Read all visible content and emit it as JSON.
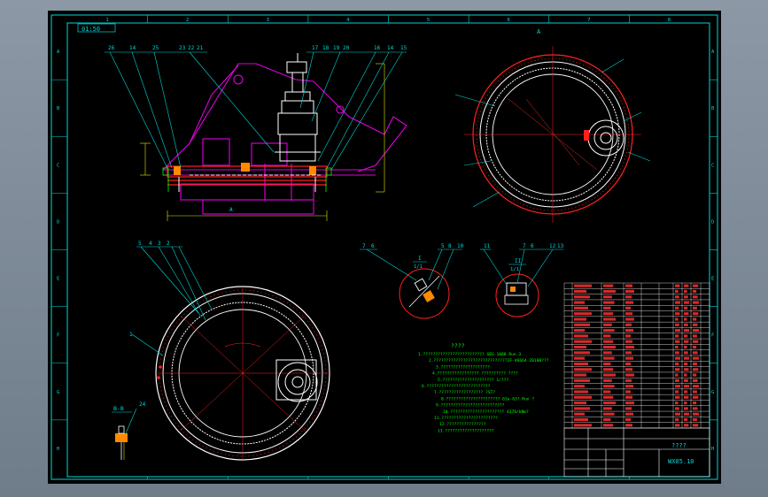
{
  "drawing": {
    "scale_label": "01:50",
    "view_a_label": "A",
    "section_label": "B-B",
    "detail_i_label": "I",
    "detail_ii_label": "II",
    "detail_i_scale": "1/1",
    "detail_ii_scale": "1/1",
    "title": "????",
    "drawing_number": "WX05.10",
    "tech_title": "????",
    "tech_notes": [
      "1.????????????????????????? GB1-1088 Run 3",
      "2.??????????????????????????????IF-46664-20100???",
      "3.????????????????????",
      "4.????????????????? ?????????? ????",
      "5.????????????????????? 1/???",
      "6.??????????????????????????",
      "7.?????????????????? ?ST?",
      "8.?????????????????????? 63a-63? Run ?",
      "9.??????????????????????????",
      "10.?????????????????????? 4370/kNm?",
      "11.???????????????????????",
      "12.????????????????",
      "13.????????????????????"
    ],
    "callouts_top": [
      "26",
      "14",
      "25",
      "23",
      "22",
      "21",
      "17",
      "18",
      "19",
      "20",
      "16",
      "14",
      "15"
    ],
    "callouts_bottom": [
      "5",
      "4",
      "3",
      "2"
    ],
    "callout_left": "1",
    "callout_section": "24",
    "detail_i_callouts": [
      "7",
      "6",
      "5",
      "8",
      "10"
    ],
    "detail_ii_callouts": [
      "11",
      "7",
      "6",
      "12",
      "13"
    ],
    "border_numbers_top": [
      "1",
      "2",
      "3",
      "4",
      "5",
      "6",
      "7",
      "8"
    ],
    "border_letters": [
      "A",
      "B",
      "C",
      "D",
      "E",
      "F",
      "G",
      "H"
    ]
  }
}
